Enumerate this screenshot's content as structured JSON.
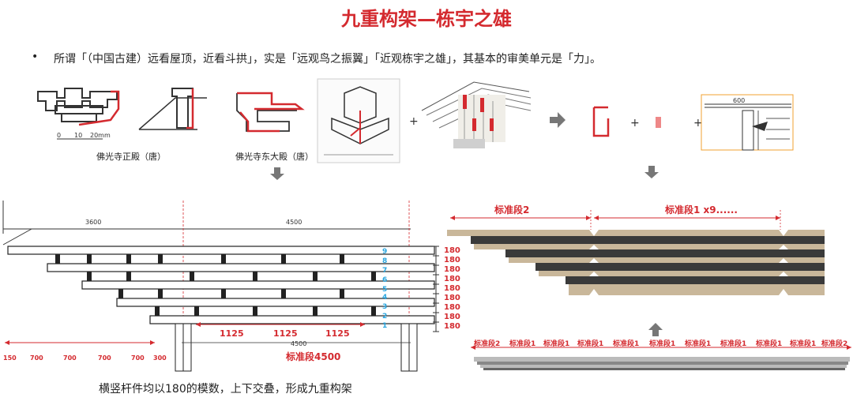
{
  "title": "九重构架—栋宇之雄",
  "bullet": {
    "marker": "•",
    "text": "所谓「（中国古建）远看屋顶，近看斗拱」，实是「远观鸟之振翼」「近观栋宇之雄」，其基本的审美单元是「力」。"
  },
  "captions": {
    "foguang_main": "佛光寺正殿（唐）",
    "foguang_east": "佛光寺东大殿（唐）",
    "scale_marks": [
      "0",
      "10",
      "20mm"
    ],
    "operators": [
      "+",
      "+",
      "+"
    ],
    "detail_top_dim": "600"
  },
  "left_diagram": {
    "top_dims": [
      "3600",
      "4500"
    ],
    "layers": [
      "9",
      "8",
      "7",
      "6",
      "5",
      "4",
      "3",
      "2",
      "1"
    ],
    "layer_height": "180",
    "span_dims": [
      "1125",
      "1125",
      "1125"
    ],
    "span_total": "4500",
    "standard_segment": "标准段4500",
    "eave_dims": [
      "150",
      "700",
      "700",
      "700",
      "700",
      "300"
    ]
  },
  "right_diagram": {
    "seg2": "标准段2",
    "seg1": "标准段1 x9......",
    "bottom_segments": [
      "标准段2",
      "标准段1",
      "标准段1",
      "标准段1",
      "标准段1",
      "标准段1",
      "标准段1",
      "标准段1",
      "标准段1",
      "标准段1",
      "标准段2"
    ]
  },
  "bottom_caption": "横竖杆件均以180的模数，上下交叠，形成九重构架",
  "colors": {
    "accent_red": "#d42a2f",
    "blue_label": "#29a6e0",
    "beam_tan": "#c9b79a",
    "beam_dark": "#3a3a3a"
  }
}
